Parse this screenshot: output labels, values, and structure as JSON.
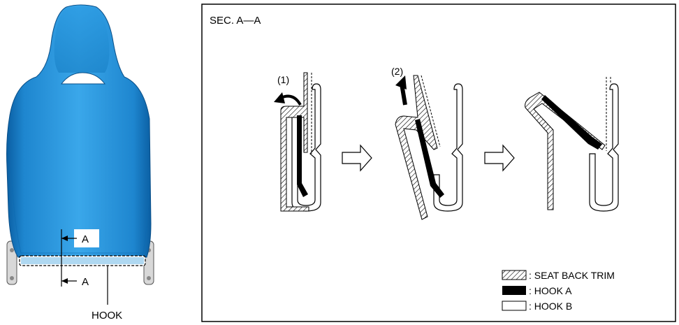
{
  "seat": {
    "section_marker": "A",
    "section_marker_lower": "A",
    "hook_label": "HOOK",
    "seat_color": "#1a8fd6"
  },
  "panel": {
    "title": "SEC. A—A",
    "steps": [
      {
        "label": "(1)"
      },
      {
        "label": "(2)"
      }
    ]
  },
  "legend": {
    "items": [
      {
        "label": ": SEAT BACK TRIM",
        "pattern": "hatched"
      },
      {
        "label": ": HOOK A",
        "pattern": "solid-black"
      },
      {
        "label": ": HOOK B",
        "pattern": "outline"
      }
    ]
  }
}
